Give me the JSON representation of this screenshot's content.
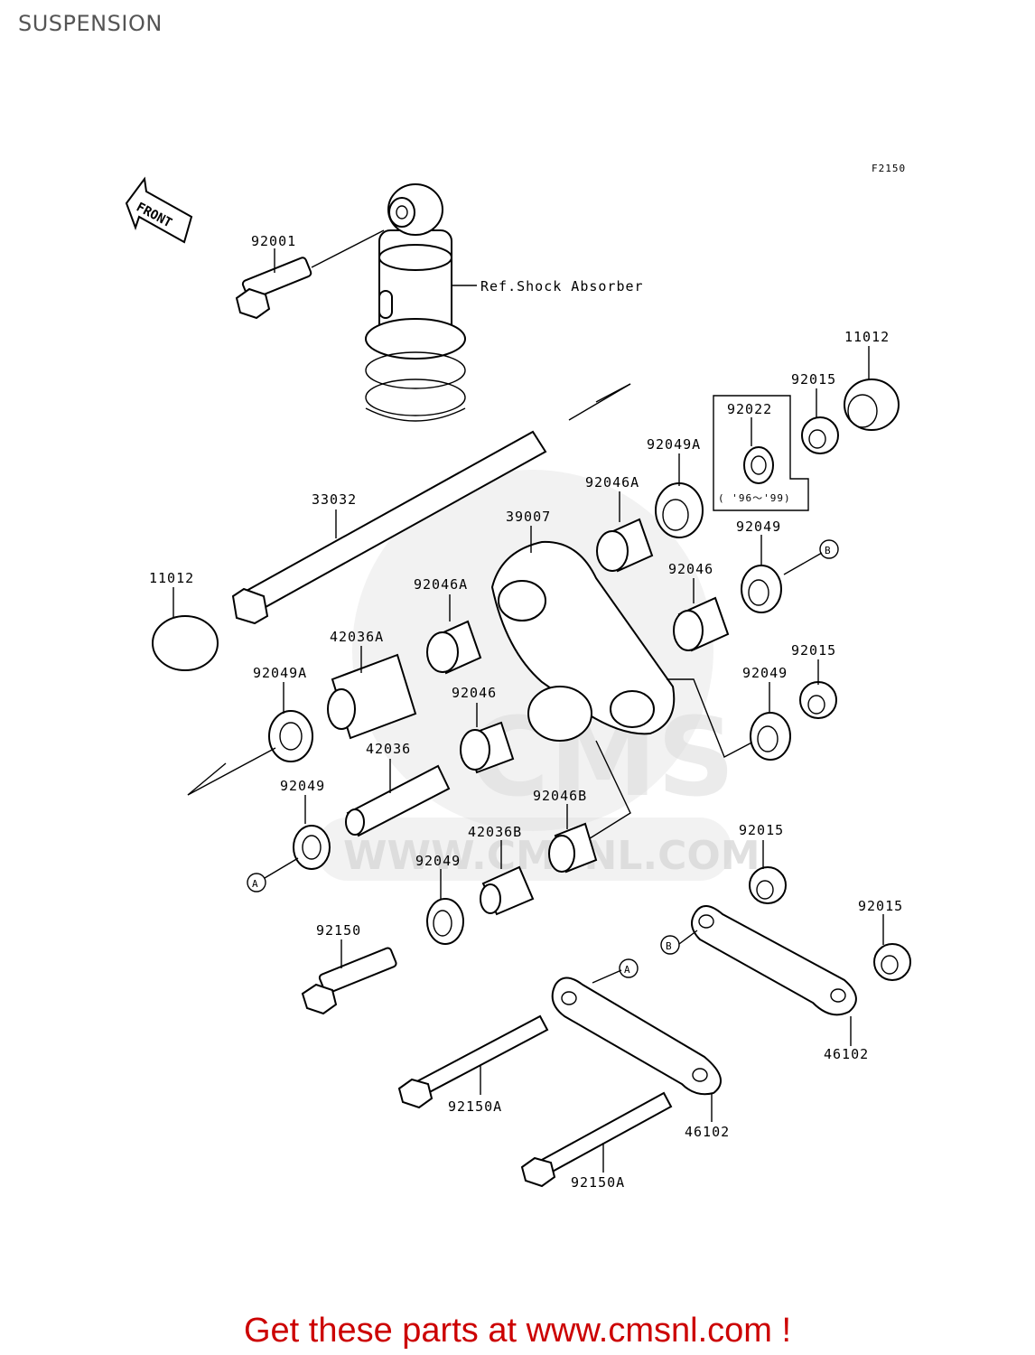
{
  "header": {
    "title": "SUSPENSION"
  },
  "figure_code": "F2150",
  "front_arrow_label": "FRONT",
  "ref_label": "Ref.Shock Absorber",
  "year_note": "( '96～'99)",
  "parts": {
    "p92001": "92001",
    "p11012_top": "11012",
    "p92015_a": "92015",
    "p92022": "92022",
    "p92049A_top": "92049A",
    "p92046A_top": "92046A",
    "p33032": "33032",
    "p39007": "39007",
    "p92049_r1": "92049",
    "p11012_left": "11012",
    "p92046A_mid": "92046A",
    "p92046_r": "92046",
    "p42036A": "42036A",
    "p92015_b": "92015",
    "p92049A_left": "92049A",
    "p92049_r2": "92049",
    "p92046_mid": "92046",
    "p42036": "42036",
    "p92049_left": "92049",
    "p92046B": "92046B",
    "p42036B": "42036B",
    "p92015_c": "92015",
    "p92049_low": "92049",
    "p92015_d": "92015",
    "p92150": "92150",
    "p46102_r": "46102",
    "p92150A_1": "92150A",
    "p46102_l": "46102",
    "p92150A_2": "92150A"
  },
  "callouts": {
    "a": "A",
    "b": "B"
  },
  "watermark": {
    "url": "WWW.CMSNL.COM",
    "brand": "CMS"
  },
  "footer": {
    "text": "Get these parts at www.cmsnl.com !",
    "color": "#cc0000"
  }
}
